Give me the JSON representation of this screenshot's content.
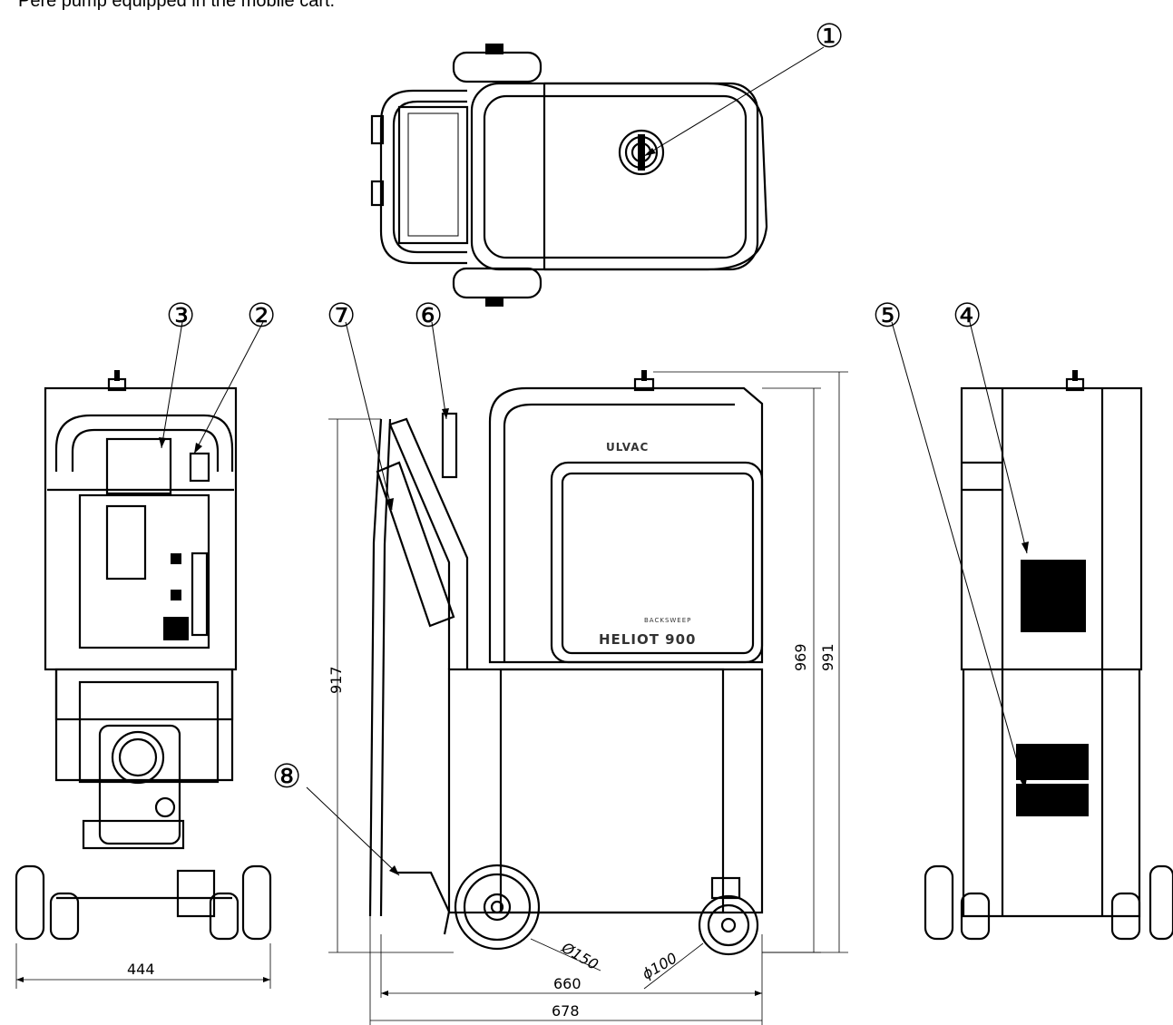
{
  "caption": "Pere pump equipped in the mobile cart.",
  "callouts": [
    "①",
    "②",
    "③",
    "④",
    "⑤",
    "⑥",
    "⑦",
    "⑧"
  ],
  "dimensions": {
    "width_front": "444",
    "length_base": "660",
    "length_overall": "678",
    "height_handle": "917",
    "height_body": "969",
    "height_total": "991",
    "wheel_rear": "Ø150",
    "wheel_front": "ϕ100"
  },
  "brand": {
    "maker": "ULVAC",
    "model": "HELIOT 900",
    "model_super": "BACKSWEEP"
  }
}
